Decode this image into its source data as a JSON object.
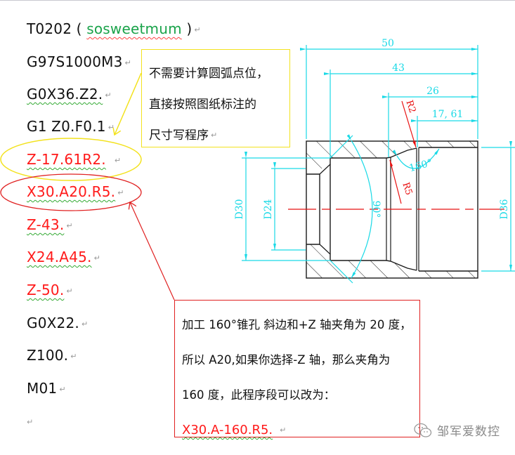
{
  "program": {
    "lines": [
      {
        "prefix": "T0202 ( ",
        "highlight": "sosweetmum",
        "suffix": " )",
        "color": "black"
      },
      {
        "text": "G97S1000M3",
        "color": "black"
      },
      {
        "text": "G0X36.Z2.",
        "color": "black"
      },
      {
        "text": "G1 Z0.F0.1",
        "color": "black"
      },
      {
        "text": "Z-17.61R2.",
        "color": "red"
      },
      {
        "text": "X30.A20.R5.",
        "color": "red"
      },
      {
        "text": "Z-43.",
        "color": "red"
      },
      {
        "text": "X24.A45.",
        "color": "red"
      },
      {
        "text": "Z-50.",
        "color": "red"
      },
      {
        "text": "G0X22.",
        "color": "black"
      },
      {
        "text": "Z100.",
        "color": "black"
      },
      {
        "text": "M01",
        "color": "black"
      },
      {
        "text": "",
        "color": "black"
      }
    ],
    "paragraph_mark": "↵"
  },
  "note_yellow": {
    "lines": [
      "不需要计算圆弧点位，",
      "直接按照图纸标注的",
      "尺寸写程序"
    ]
  },
  "note_red": {
    "lines": [
      "加工 160°锥孔 斜边和+Z 轴夹角为 20 度，",
      "所以 A20,如果你选择-Z 轴，那么夹角为",
      "160 度，此程序段可以改为："
    ],
    "code": "X30.A-160.R5."
  },
  "drawing": {
    "dimensions": {
      "overall_length": "50",
      "length_43": "43",
      "length_26": "26",
      "length_17_61": "17, 61",
      "radius_r2": "R2",
      "radius_r5": "R5",
      "angle_160": "160°",
      "angle_90": "90°",
      "dia_30": "D30",
      "dia_24": "D24",
      "dia_36": "D36"
    },
    "colors": {
      "outline": "#1a1a1a",
      "dimension": "#19d9e6",
      "centerline": "#e81010",
      "radius": "#e81010"
    }
  },
  "watermark": {
    "icon": "wechat-icon",
    "text": "邹军爱数控"
  },
  "colors": {
    "code_red": "#ff1a1a",
    "note_yellow_border": "#f3e21e",
    "note_red_border": "#e02020",
    "highlight_green": "#1aa34a"
  }
}
